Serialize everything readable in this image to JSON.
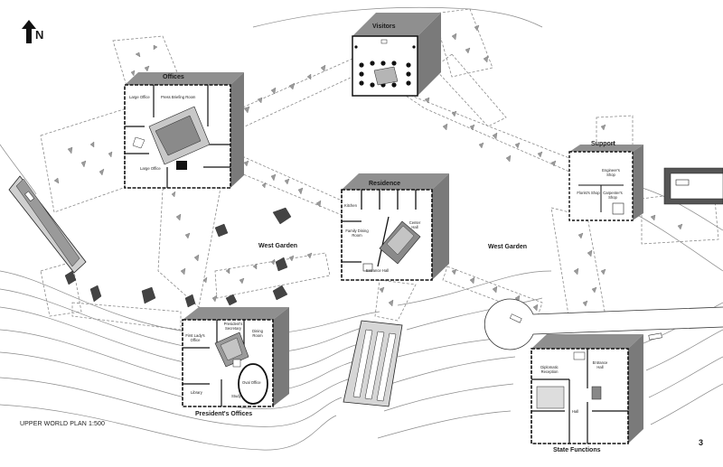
{
  "north": {
    "letter": "N",
    "icon": "north-arrow-icon"
  },
  "plan_title": "UPPER WORLD PLAN 1:500",
  "page_number": "3",
  "gardens": {
    "left": "West Garden",
    "right": "West Garden"
  },
  "buildings": {
    "visitors": {
      "title": "Visitors"
    },
    "offices": {
      "title": "Offices",
      "rooms": [
        "Large Office",
        "Press Briefing Room",
        "Large Office"
      ]
    },
    "support": {
      "title": "Support",
      "rooms": [
        "Engineer's Shop",
        "Florist's Shop",
        "Carpenter's Shop"
      ]
    },
    "residence": {
      "title": "Residence",
      "rooms": [
        "Kitchen",
        "Family Dining Room",
        "Center Hall",
        "Entrance Hall"
      ]
    },
    "presidents_offices": {
      "title": "President's Offices",
      "rooms": [
        "President's Secretary",
        "First Lady's Office",
        "Dining Room",
        "Library",
        "Study",
        "Oval Office"
      ]
    },
    "state_functions": {
      "title": "State Functions",
      "rooms": [
        "Diplomatic Reception",
        "Entrance Hall",
        "Hall"
      ]
    }
  },
  "colors": {
    "ink": "#1a1a1a",
    "shadow": "#777777",
    "roof": "#8c8c8c",
    "line": "#9a9a9a"
  }
}
